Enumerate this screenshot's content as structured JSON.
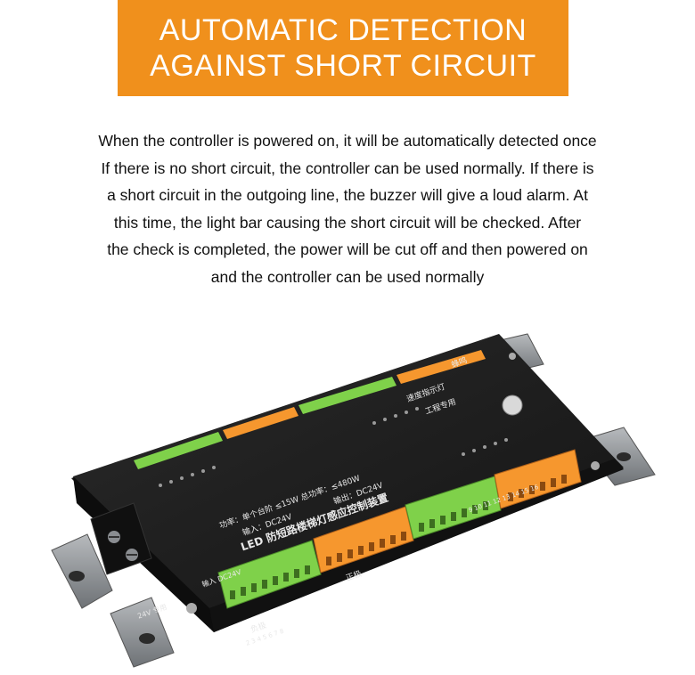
{
  "banner": {
    "line1": "AUTOMATIC DETECTION",
    "line2": "AGAINST SHORT CIRCUIT"
  },
  "description": {
    "lines": [
      "When the controller is powered on, it will be automatically detected once",
      "If there is no short circuit, the controller can be used normally. If there is",
      "a short circuit in the outgoing line, the buzzer will give a loud alarm. At",
      "this time, the light bar causing the short circuit will be checked. After",
      "the check is completed, the power will be cut off and then powered on",
      "and the controller can be used normally"
    ]
  },
  "product": {
    "device_title": "LED 防短路楼梯灯感应控制装置",
    "input_label": "输入：DC24V",
    "output_label": "输出：DC24V",
    "power_label": "功率：单个台阶 ≤15W 总功率：≤480W",
    "side_label": "24V 专用",
    "input_side": "输入 DC24V",
    "speed_label": "速度指示灯",
    "engineering_label": "工程专用",
    "buzzer_label": "蜂鸣",
    "neg_label": "负极",
    "pos_label": "正极",
    "terminal_numbers_front": "2 3 4 5 6 7 8",
    "terminal_numbers_front2": "9 10 11 12 13 14 15 16",
    "colors": {
      "banner": "#f0901c",
      "case": "#1c1c1c",
      "green_terminal": "#7fd14a",
      "orange_terminal": "#f6972e",
      "bracket": "#8a8d91"
    }
  }
}
